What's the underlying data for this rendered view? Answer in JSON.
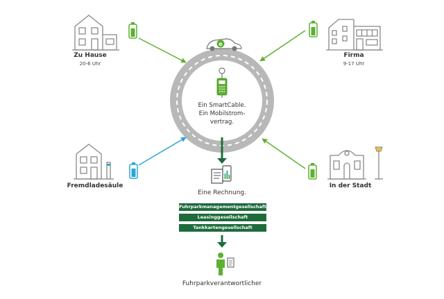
{
  "locations": {
    "home": {
      "label": "Zu Hause",
      "hours": "20-6 Uhr"
    },
    "company": {
      "label": "Firma",
      "hours": "9-17 Uhr"
    },
    "external": {
      "label": "Fremdladesäule"
    },
    "city": {
      "label": "In der Stadt"
    }
  },
  "center": {
    "line1": "Ein SmartCable.",
    "line2": "Ein Mobilstrom-",
    "line3": "vertrag."
  },
  "billing": {
    "label": "Eine Rechnung."
  },
  "recipients": [
    {
      "label": "Fuhrparkmanagementgesellschaft"
    },
    {
      "label": "Leasinggesellschaft"
    },
    {
      "label": "Tankkartengesellschaft"
    }
  ],
  "manager": {
    "label": "Fuhrparkverantwortlicher"
  },
  "car": {
    "badge": "e"
  },
  "colors": {
    "green": "#5cb130",
    "dark_green": "#1e6b3c",
    "blue": "#2aa6d8",
    "road": "#b7b7b7",
    "line_art": "#888888"
  }
}
